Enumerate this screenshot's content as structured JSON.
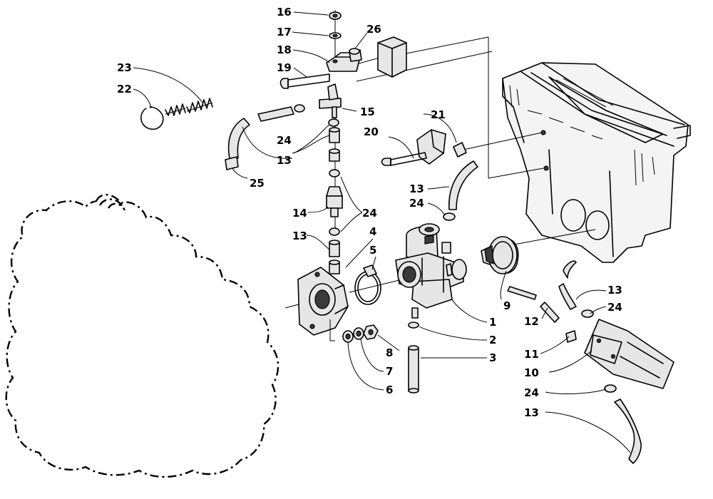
{
  "callouts": [
    {
      "id": "c1",
      "text": "1"
    },
    {
      "id": "c2",
      "text": "2"
    },
    {
      "id": "c3",
      "text": "3"
    },
    {
      "id": "c4",
      "text": "4"
    },
    {
      "id": "c5",
      "text": "5"
    },
    {
      "id": "c6",
      "text": "6"
    },
    {
      "id": "c7",
      "text": "7"
    },
    {
      "id": "c8",
      "text": "8"
    },
    {
      "id": "c9",
      "text": "9"
    },
    {
      "id": "c10",
      "text": "10"
    },
    {
      "id": "c11",
      "text": "11"
    },
    {
      "id": "c12",
      "text": "12"
    },
    {
      "id": "c13a",
      "text": "13"
    },
    {
      "id": "c13b",
      "text": "13"
    },
    {
      "id": "c13c",
      "text": "13"
    },
    {
      "id": "c13d",
      "text": "13"
    },
    {
      "id": "c13e",
      "text": "13"
    },
    {
      "id": "c14",
      "text": "14"
    },
    {
      "id": "c15",
      "text": "15"
    },
    {
      "id": "c16",
      "text": "16"
    },
    {
      "id": "c17",
      "text": "17"
    },
    {
      "id": "c18",
      "text": "18"
    },
    {
      "id": "c19",
      "text": "19"
    },
    {
      "id": "c20",
      "text": "20"
    },
    {
      "id": "c21",
      "text": "21"
    },
    {
      "id": "c22",
      "text": "22"
    },
    {
      "id": "c23",
      "text": "23"
    },
    {
      "id": "c24a",
      "text": "24"
    },
    {
      "id": "c24b",
      "text": "24"
    },
    {
      "id": "c24c",
      "text": "24"
    },
    {
      "id": "c24d",
      "text": "24"
    },
    {
      "id": "c24e",
      "text": "24"
    },
    {
      "id": "c25",
      "text": "25"
    },
    {
      "id": "c26",
      "text": "26"
    }
  ]
}
